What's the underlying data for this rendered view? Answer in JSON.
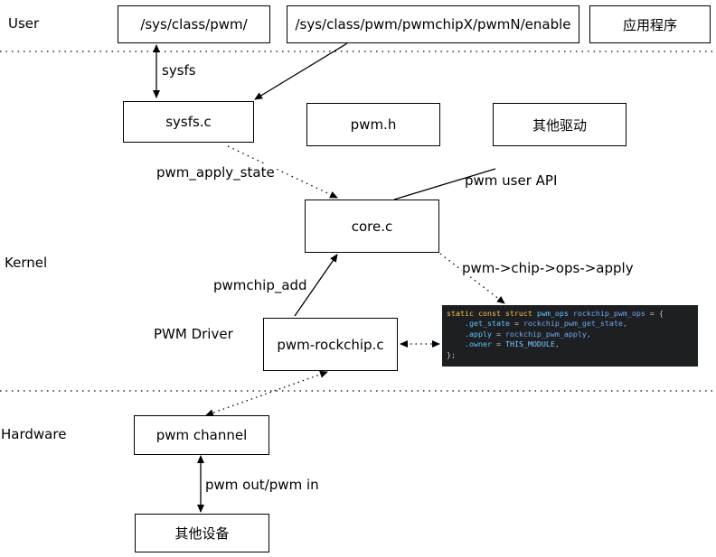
{
  "layers": {
    "user": "User",
    "kernel": "Kernel",
    "hardware": "Hardware"
  },
  "boxes": {
    "sys_class_pwm": "/sys/class/pwm/",
    "pwm_enable": "/sys/class/pwm/pwmchipX/pwmN/enable",
    "app": "应用程序",
    "sysfs_c": "sysfs.c",
    "pwm_h": "pwm.h",
    "other_driver": "其他驱动",
    "core_c": "core.c",
    "pwm_rockchip": "pwm-rockchip.c",
    "pwm_channel": "pwm channel",
    "other_device": "其他设备"
  },
  "edge_labels": {
    "sysfs": "sysfs",
    "pwm_apply_state": "pwm_apply_state",
    "pwm_user_api": "pwm user API",
    "chip_ops_apply": "pwm->chip->ops->apply",
    "pwmchip_add": "pwmchip_add",
    "pwm_driver": "PWM Driver",
    "pwm_out_in": "pwm out/pwm in"
  },
  "code": {
    "l1_kw": "static const struct",
    "l1_type": "pwm_ops",
    "l1_name": "rockchip_pwm_ops",
    "l1_end": "= {",
    "l2_field": ".get_state",
    "l2_eq": "=",
    "l2_val": "rockchip_pwm_get_state,",
    "l3_field": ".apply",
    "l3_eq": "=",
    "l3_val": "rockchip_pwm_apply,",
    "l4_field": ".owner",
    "l4_eq": "=",
    "l4_val": "THIS_MODULE,",
    "l5": "};"
  },
  "colors": {
    "code_bg": "#1e1f22",
    "keyword": "#f1c24b",
    "type": "#5ec4ff"
  }
}
